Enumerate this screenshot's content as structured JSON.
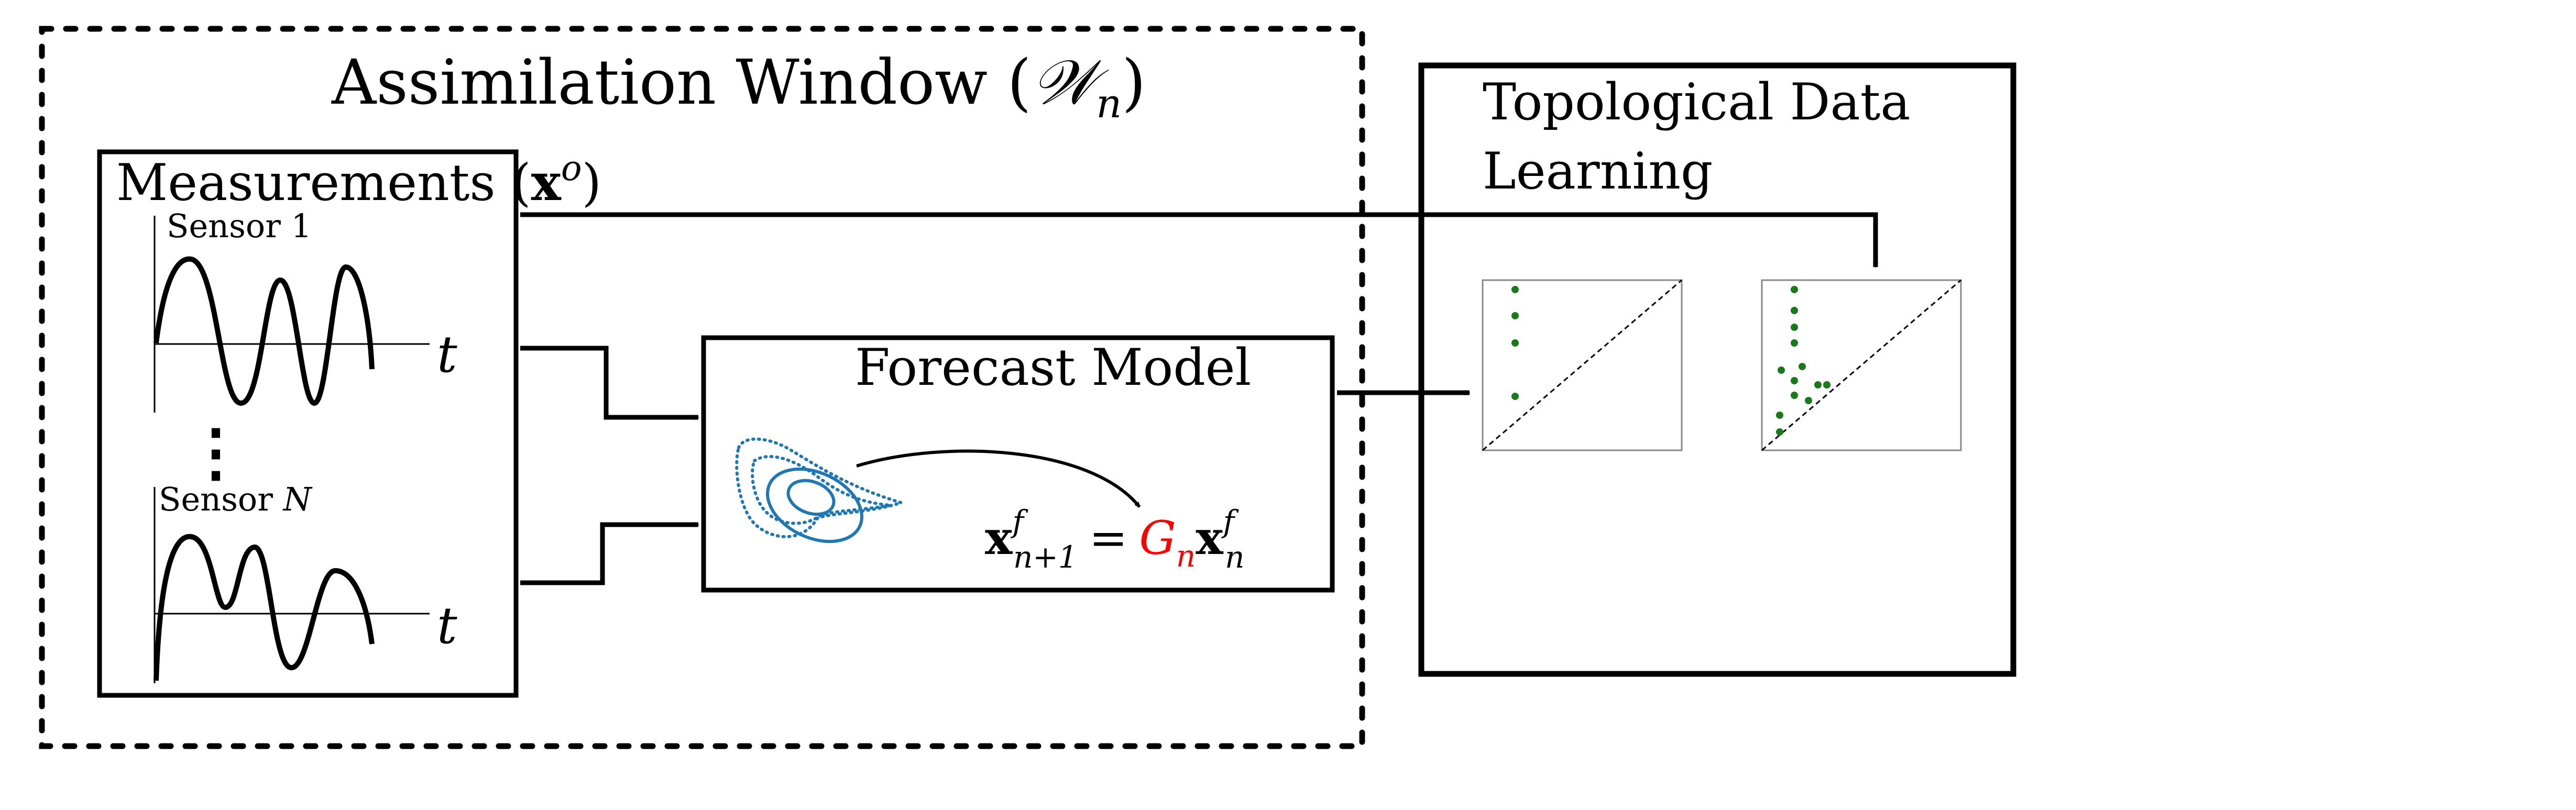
{
  "assimilation_window": {
    "title_prefix": "Assimilation Window (",
    "title_symbol": "𝒲",
    "title_subscript": "n",
    "title_suffix": ")"
  },
  "measurements": {
    "title_prefix": "Measurements (",
    "title_symbol": "x",
    "title_superscript": "o",
    "title_suffix": ")",
    "sensor_1_label": "Sensor 1",
    "sensor_n_prefix": "Sensor ",
    "sensor_n_symbol": "N",
    "axis_label": "t",
    "ellipsis": "⋮"
  },
  "forecast_model": {
    "title": "Forecast Model",
    "equation": {
      "lhs_symbol": "x",
      "lhs_sup": "f",
      "lhs_sub": "n+1",
      "equals": "=",
      "operator": "G",
      "operator_sub": "n",
      "rhs_symbol": "x",
      "rhs_sup": "f",
      "rhs_sub": "n"
    }
  },
  "topological": {
    "title_line1": "Topological Data",
    "title_line2": "Learning"
  },
  "colors": {
    "line": "#000000",
    "attractor": "#1f77b4",
    "operator": "#ff0000",
    "points": "#1a7a1a",
    "diagram_frame": "#888888"
  },
  "icons": {
    "attractor": "lorenz-attractor-icon",
    "curved_arrow": "curved-arrow-icon"
  }
}
